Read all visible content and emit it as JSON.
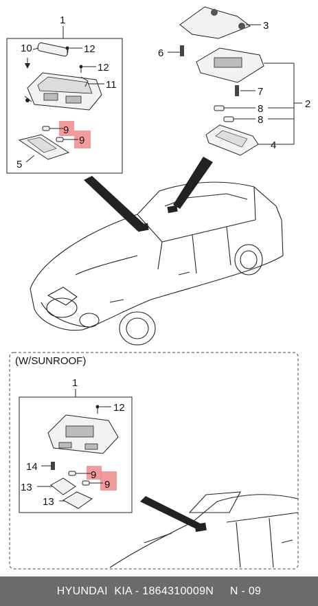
{
  "sections": {
    "sunroof_label": "(W/SUNROOF)"
  },
  "callouts": {
    "main_assembly": "1",
    "bracket_assembly": "2",
    "bracket": "3",
    "lens_right": "4",
    "lens_left": "5",
    "screw_bracket": "6",
    "screw_lamp": "7",
    "bulb_right_a": "8",
    "bulb_right_b": "8",
    "bulb_left_a": "9",
    "bulb_left_b": "9",
    "cover": "10",
    "harness": "11",
    "clip_a": "12",
    "clip_b": "12",
    "sunroof_assembly": "1",
    "sunroof_clip": "12",
    "sunroof_screw": "14",
    "sunroof_lens_a": "13",
    "sunroof_lens_b": "13",
    "sunroof_bulb_a": "9",
    "sunroof_bulb_b": "9"
  },
  "footer": {
    "text": "HYUNDAI  KIA - 1864310009N     N - 09"
  },
  "colors": {
    "highlight": "#f08a8a",
    "footer_bg": "#6b6b6b"
  }
}
